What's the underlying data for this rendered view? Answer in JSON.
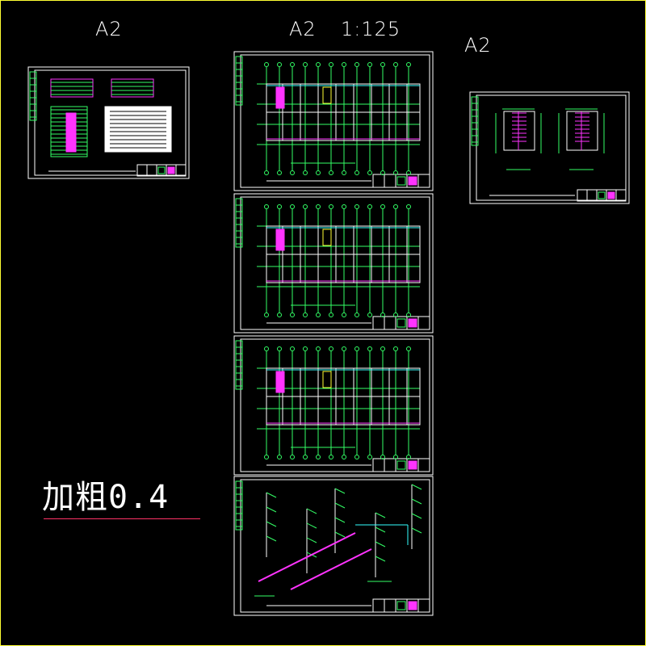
{
  "labels": {
    "left_sheet_size": "A2",
    "middle_sheet_size": "A2",
    "middle_scale": "1:125",
    "right_sheet_size": "A2",
    "note": "加粗0.4"
  },
  "colors": {
    "background": "#000000",
    "sheet_border": "#ffffff",
    "axis": "#33ff66",
    "wall": "#ffffff",
    "pipe_magenta": "#ff33ff",
    "pipe_cyan": "#33ffff",
    "accent_yellow": "#ffff33",
    "note_underline": "#ff3366"
  }
}
